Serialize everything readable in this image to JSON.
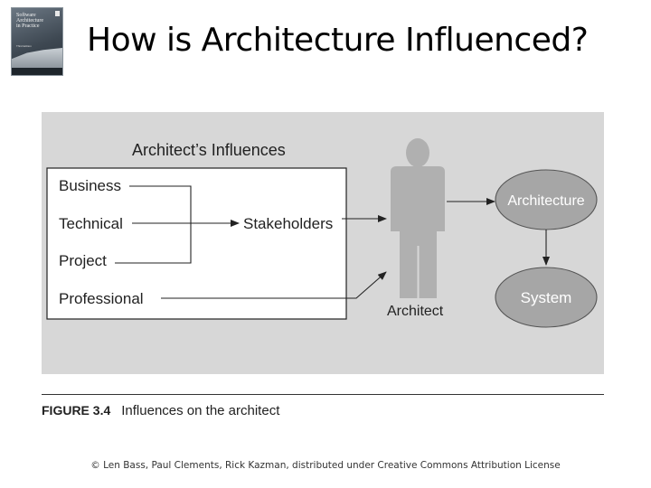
{
  "slide": {
    "title": "How is Architecture Influenced?",
    "footer": "© Len Bass, Paul Clements, Rick Kazman, distributed under Creative Commons Attribution License"
  },
  "book_cover": {
    "lines": [
      "Software",
      "Architecture",
      "in Practice"
    ],
    "edition": "Third Edition"
  },
  "diagram": {
    "heading": "Architect’s Influences",
    "influences": [
      "Business",
      "Technical",
      "Project",
      "Professional"
    ],
    "stakeholders": "Stakeholders",
    "architect": "Architect",
    "architecture": "Architecture",
    "system": "System"
  },
  "caption": {
    "figure_number": "FIGURE 3.4",
    "text": "Influences on the architect"
  },
  "colors": {
    "figure_background": "#d7d7d7",
    "person_fill": "#b0b0b0",
    "ellipse_fill": "#a6a6a6",
    "ellipse_text": "#ffffff"
  }
}
